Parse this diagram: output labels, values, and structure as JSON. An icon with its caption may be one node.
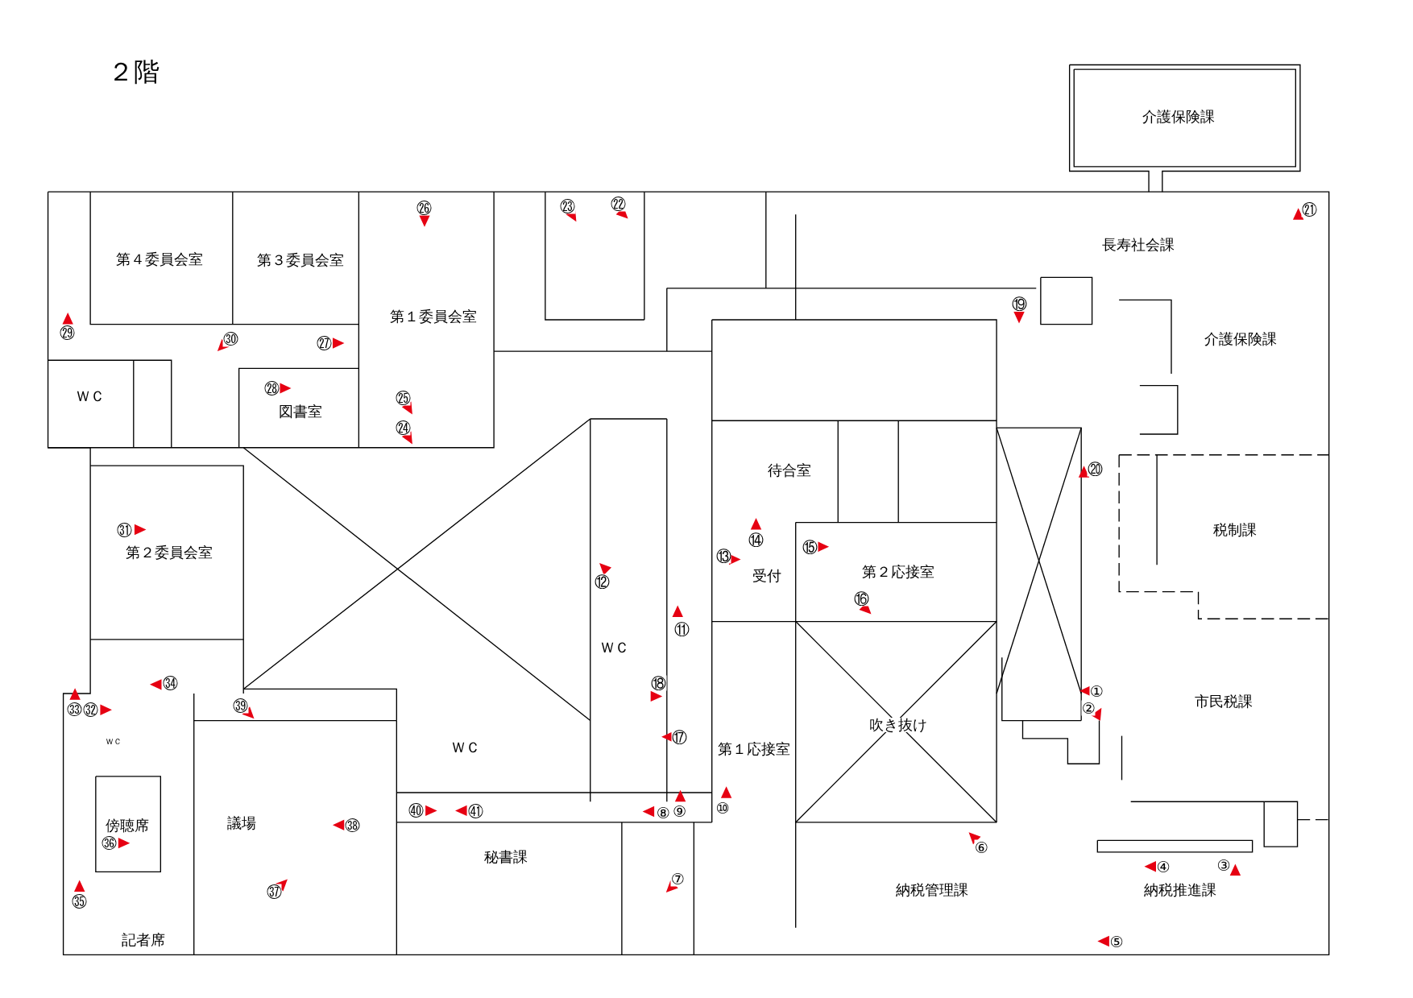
{
  "diagram": {
    "title": "２階",
    "labels": [
      "介護保険課",
      "第４委員会室",
      "第３委員会室",
      "長寿社会課",
      "第１委員会室",
      "介護保険課",
      "ＷＣ",
      "図書室",
      "待合室",
      "税制課",
      "第２委員会室",
      "受付",
      "第２応接室",
      "ＷＣ",
      "市民税課",
      "吹き抜け",
      "ＷＣ",
      "ＷＣ",
      "第１応接室",
      "傍聴席",
      "議場",
      "秘書課",
      "納税管理課",
      "納税推進課",
      "記者席",
      "①",
      "②",
      "③",
      "④",
      "⑤",
      "⑥",
      "⑦",
      "⑧",
      "⑨",
      "⑩",
      "⑪",
      "⑫",
      "⑬",
      "⑭",
      "⑮",
      "⑯",
      "⑰",
      "⑱",
      "⑲",
      "⑳",
      "㉑",
      "㉒",
      "㉓",
      "㉔",
      "㉕",
      "㉖",
      "㉗",
      "㉘",
      "㉙",
      "㉚",
      "㉛",
      "㉜",
      "㉝",
      "㉞",
      "㉟",
      "㊱",
      "㊲",
      "㊳",
      "㊴",
      "㊵",
      "㊶"
    ]
  }
}
